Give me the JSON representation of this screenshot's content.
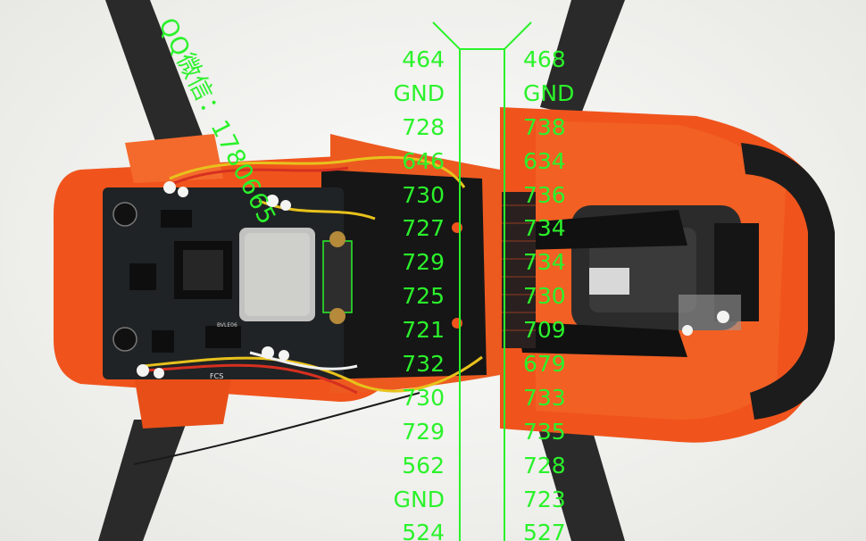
{
  "overlay": {
    "color": "#2bf22b",
    "watermark_text": "QQ微信：1780665",
    "left_pins": [
      "464",
      "GND",
      "728",
      "646",
      "730",
      "727",
      "729",
      "725",
      "721",
      "732",
      "730",
      "729",
      "562",
      "GND",
      "524"
    ],
    "right_pins": [
      "468",
      "GND",
      "738",
      "634",
      "736",
      "734",
      "734",
      "730",
      "709",
      "679",
      "733",
      "735",
      "728",
      "723",
      "527"
    ]
  },
  "board": {
    "label": "FCS",
    "chip_label": "BVLE06"
  },
  "colors": {
    "shell": "#f0541c",
    "board": "#202325",
    "arm": "#2a2a2a"
  }
}
